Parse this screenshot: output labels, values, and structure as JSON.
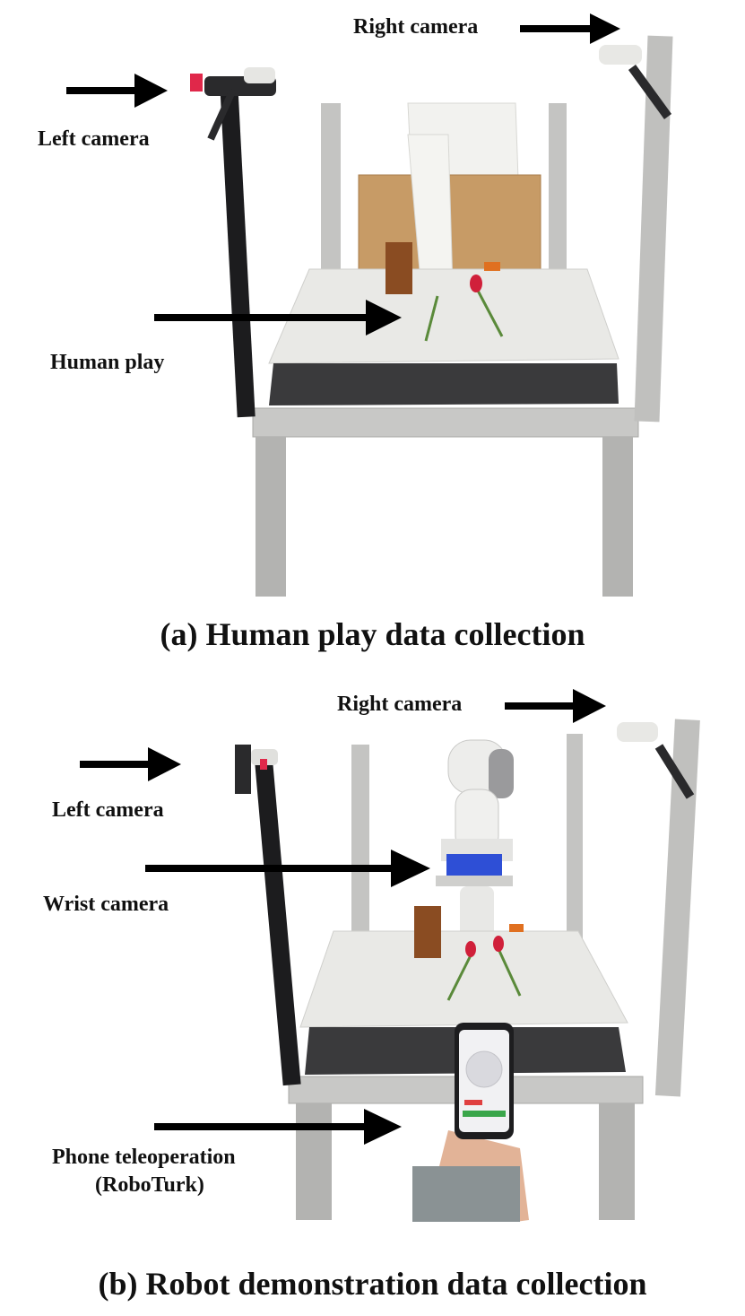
{
  "panel_a": {
    "caption": "(a) Human play data collection",
    "labels": {
      "right_camera": "Right camera",
      "left_camera": "Left camera",
      "human_play": "Human play"
    }
  },
  "panel_b": {
    "caption": "(b) Robot demonstration data collection",
    "labels": {
      "right_camera": "Right camera",
      "left_camera": "Left camera",
      "wrist_camera": "Wrist camera",
      "phone_teleop_line1": "Phone teleoperation",
      "phone_teleop_line2": "(RoboTurk)"
    }
  },
  "colors": {
    "arrow": "#000000",
    "table": "#e9e9e6",
    "frame": "#b8b8b6",
    "tulip": "#d0203a",
    "robot_accent": "#2e4fd6"
  }
}
